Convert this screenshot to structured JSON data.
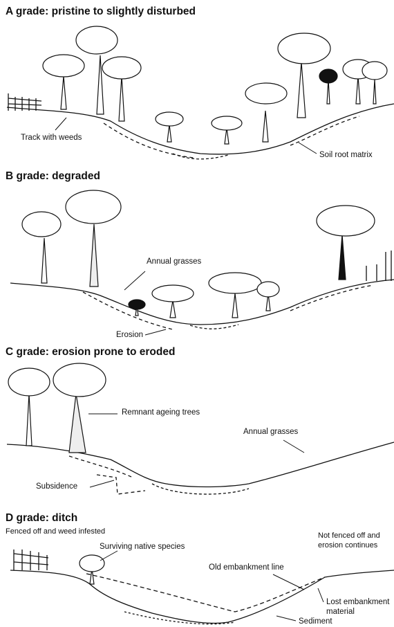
{
  "panels": [
    {
      "title": "A grade: pristine to slightly disturbed",
      "labels": {
        "track": "Track with weeds",
        "soil": "Soil root matrix"
      }
    },
    {
      "title": "B grade: degraded",
      "labels": {
        "grasses": "Annual grasses",
        "erosion": "Erosion"
      }
    },
    {
      "title": "C grade: erosion prone to eroded",
      "labels": {
        "trees": "Remnant ageing trees",
        "grasses": "Annual grasses",
        "subsidence": "Subsidence"
      }
    },
    {
      "title": "D grade: ditch",
      "subtitle_left": "Fenced off and weed infested",
      "subtitle_right_1": "Not fenced off and",
      "subtitle_right_2": "erosion continues",
      "labels": {
        "native": "Surviving native species",
        "embankment": "Old embankment line",
        "lost_1": "Lost embankment",
        "lost_2": "material",
        "sediment": "Sediment"
      }
    }
  ]
}
